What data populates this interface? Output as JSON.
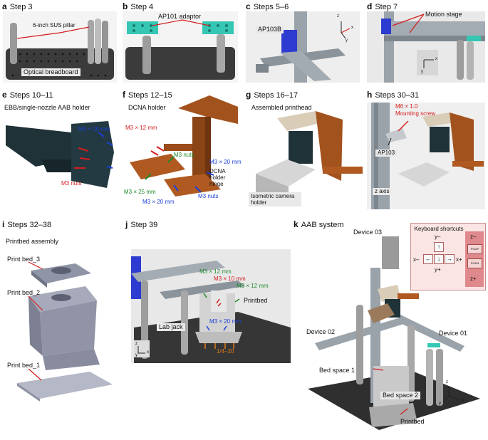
{
  "panels": {
    "a": {
      "letter": "a",
      "title": "Step 3",
      "pillar": "6-inch SUS pillar",
      "breadboard": "Optical breadboard"
    },
    "b": {
      "letter": "b",
      "title": "Step 4",
      "adaptor": "AP101 adaptor"
    },
    "c": {
      "letter": "c",
      "title": "Steps 5–6",
      "part": "AP103B",
      "axis_z": "z",
      "axis_x": "x",
      "axis_y": "y"
    },
    "d": {
      "letter": "d",
      "title": "Step 7",
      "stage": "Motion stage",
      "axis_x": "x",
      "axis_y": "y"
    },
    "e": {
      "letter": "e",
      "title": "Steps 10–11",
      "subtitle": "EBB/single-nozzle AAB holder",
      "screw": "M3 × 20 mm",
      "nuts": "M3 nuts"
    },
    "f": {
      "letter": "f",
      "title": "Steps 12–15",
      "subtitle": "DCNA holder",
      "screw12": "M3 × 12 mm",
      "nuts_green": "M3 nuts",
      "screw20a": "M3 × 20 mm",
      "hinge": "DCNA holder hinge",
      "screw25": "M3 × 25 mm",
      "screw20b": "M3 × 20 mm",
      "nuts_blue": "M3 nuts"
    },
    "g": {
      "letter": "g",
      "title": "Steps 16–17",
      "subtitle": "Assembled printhead",
      "camera": "Isometric camera holder"
    },
    "h": {
      "letter": "h",
      "title": "Steps 30–31",
      "screw": "M6 × 1.0",
      "mount": "Mounting screw",
      "part": "AP103",
      "zaxis": "z axis"
    },
    "i": {
      "letter": "i",
      "title": "Steps 32–38",
      "subtitle": "Printbed assembly",
      "bed3": "Print bed_3",
      "bed2": "Print bed_2",
      "bed1": "Print bed_1"
    },
    "j": {
      "letter": "j",
      "title": "Step 39",
      "m12a": "M3 × 12 mm",
      "m10": "M3 × 10 mm",
      "m12b": "M3 × 12 mm",
      "printbed": "Printbed",
      "labjack": "Lab jack",
      "m20": "M3 × 20 mm",
      "quarter": "1/4–20",
      "axis_z": "z",
      "axis_x": "x",
      "axis_y": "y"
    },
    "k": {
      "letter": "k",
      "title": "AAB system",
      "dev3": "Device 03",
      "dev2": "Device 02",
      "dev1": "Device 01",
      "bed1": "Bed space 1",
      "bed2": "Bed space 2",
      "printbed": "Printbed",
      "axis_z": "z",
      "axis_x": "x",
      "axis_y": "y"
    }
  },
  "keyboard": {
    "title": "Keyboard shortcuts",
    "y_minus": "y–",
    "y_plus": "y+",
    "x_minus": "x–",
    "x_plus": "x+",
    "z_minus": "z–",
    "z_plus": "z+",
    "pgup": "PGUP",
    "pgdn": "PGDN",
    "up": "↑",
    "down": "↓",
    "left": "←",
    "right": "→"
  },
  "colors": {
    "red": "#d41c1c",
    "blue": "#1c3fd6",
    "green": "#1c8a2a",
    "teal": "#35c7b4",
    "brown": "#a2521d",
    "dark": "#1f3238",
    "bench": "#3b3b3b"
  }
}
